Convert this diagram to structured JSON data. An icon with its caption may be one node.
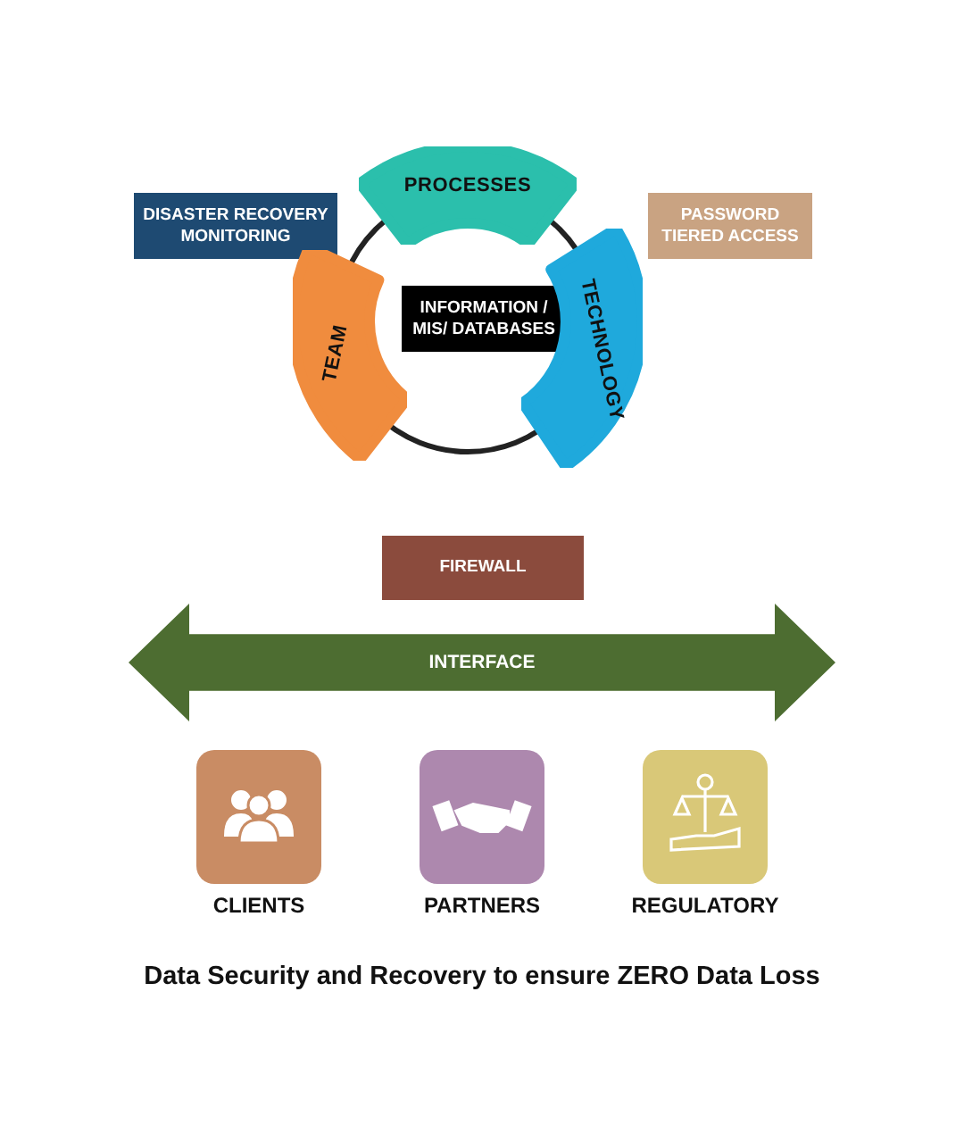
{
  "diagram": {
    "caption": "Data Security and Recovery to ensure ZERO Data Loss",
    "nodes": [
      {
        "text": [
          "PROCESSES"
        ]
      },
      {
        "text": [
          "DISASTER RECOVERY MONITORING"
        ]
      },
      {
        "text": [
          "PASSWORD TIERED ACCESS"
        ]
      },
      {
        "text": [
          "INFORMATION / MIS/ DATABASES"
        ]
      },
      {
        "text": [
          "TEAM"
        ]
      },
      {
        "text": [
          "TECHNOLOGY"
        ]
      },
      {
        "text": [
          "FIREWALL"
        ]
      },
      {
        "text": [
          "INTERFACE"
        ]
      },
      {
        "text": [
          "CLIENTS"
        ]
      },
      {
        "text": [
          "PARTNERS"
        ]
      },
      {
        "text": [
          "REGULATORY"
        ]
      }
    ]
  }
}
